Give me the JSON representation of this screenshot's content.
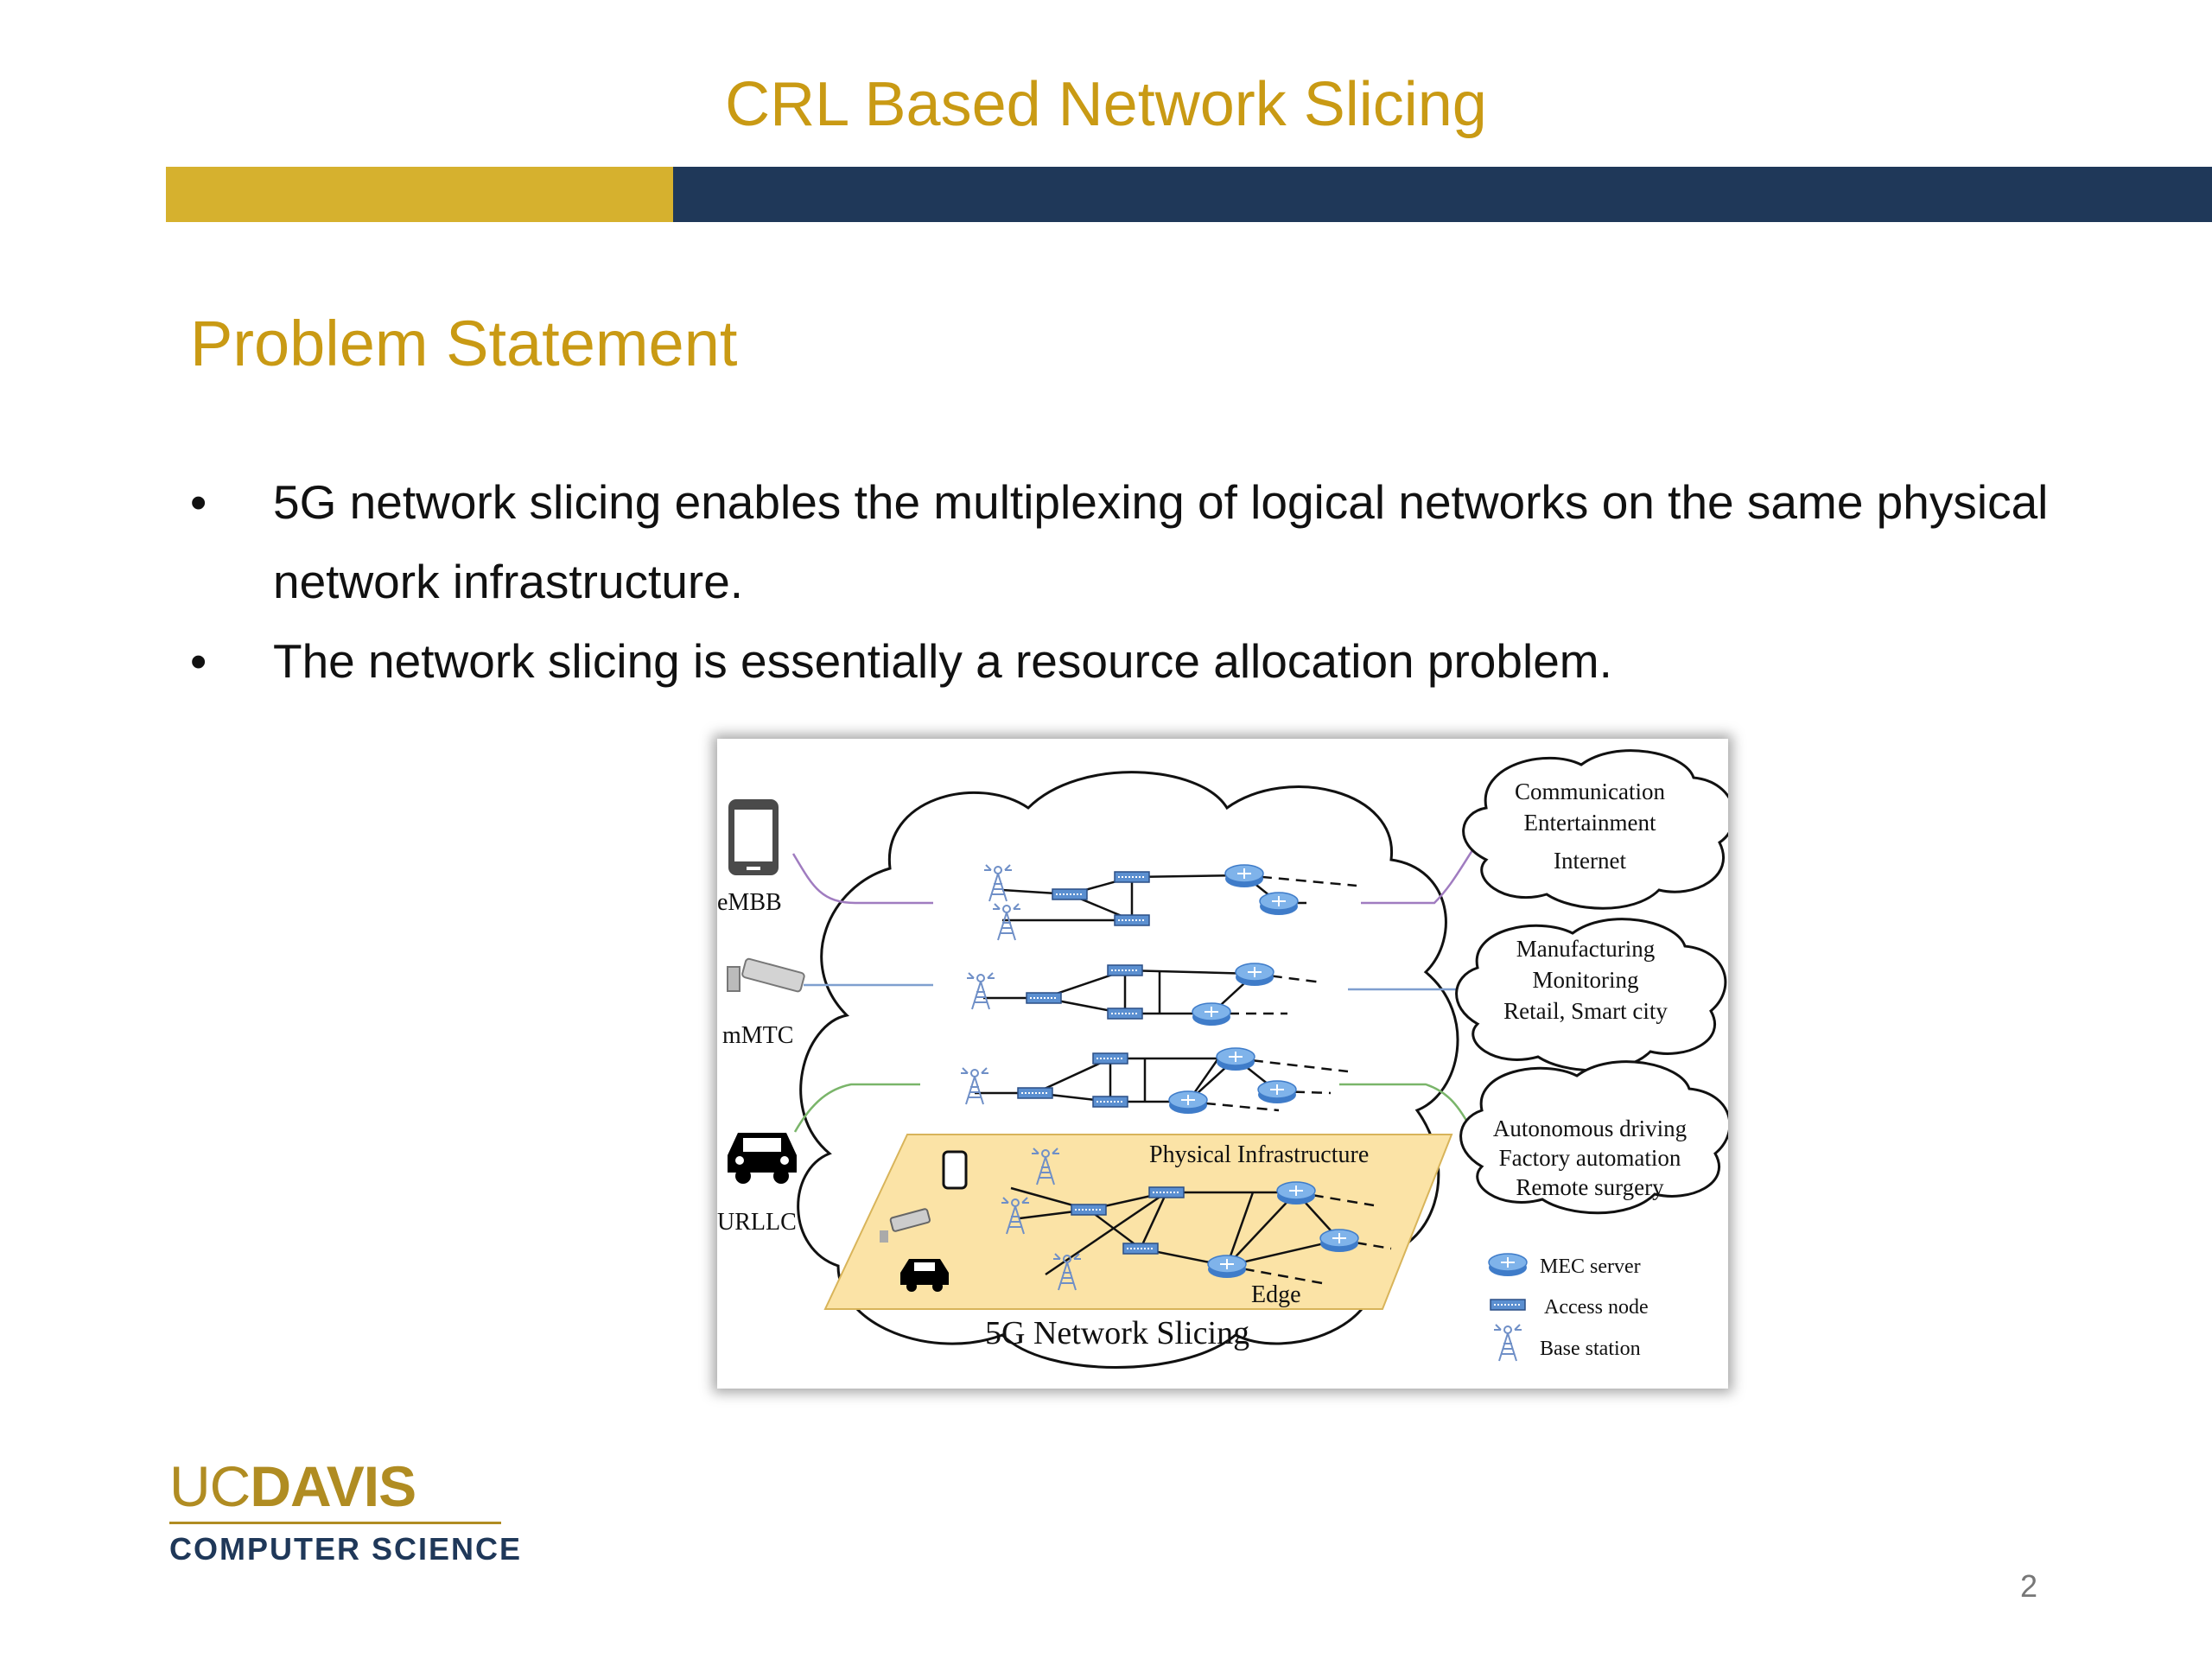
{
  "slide": {
    "title": "CRL Based Network Slicing",
    "section": "Problem Statement",
    "bullets": [
      "5G network slicing enables the multiplexing of logical networks on the same physical network infrastructure.",
      "The network slicing is essentially a resource allocation problem."
    ],
    "bullet_symbol": "•",
    "page_number": "2"
  },
  "logo": {
    "line1_a": "UC",
    "line1_b": "DAVIS",
    "line2": "COMPUTER SCIENCE"
  },
  "colors": {
    "gold": "#c99a14",
    "bar_gold": "#d6b12e",
    "navy": "#1f3859"
  },
  "figure": {
    "slices": [
      {
        "label": "eMBB",
        "color": "#a07cc0",
        "icon": "smartphone-icon"
      },
      {
        "label": "mMTC",
        "color": "#7f9fcf",
        "icon": "camera-icon"
      },
      {
        "label": "URLLC",
        "color": "#7ab56a",
        "icon": "car-icon"
      }
    ],
    "services": [
      [
        "Communication",
        "Entertainment",
        "Internet"
      ],
      [
        "Manufacturing",
        "Monitoring",
        "Retail, Smart city"
      ],
      [
        "Autonomous driving",
        "Factory automation",
        "Remote surgery"
      ]
    ],
    "physical_label": "Physical Infrastructure",
    "edge_label": "Edge",
    "caption": "5G Network Slicing",
    "legend": [
      {
        "label": "MEC server",
        "icon": "mec-server-icon"
      },
      {
        "label": "Access node",
        "icon": "access-node-icon"
      },
      {
        "label": "Base station",
        "icon": "base-station-icon"
      }
    ]
  }
}
